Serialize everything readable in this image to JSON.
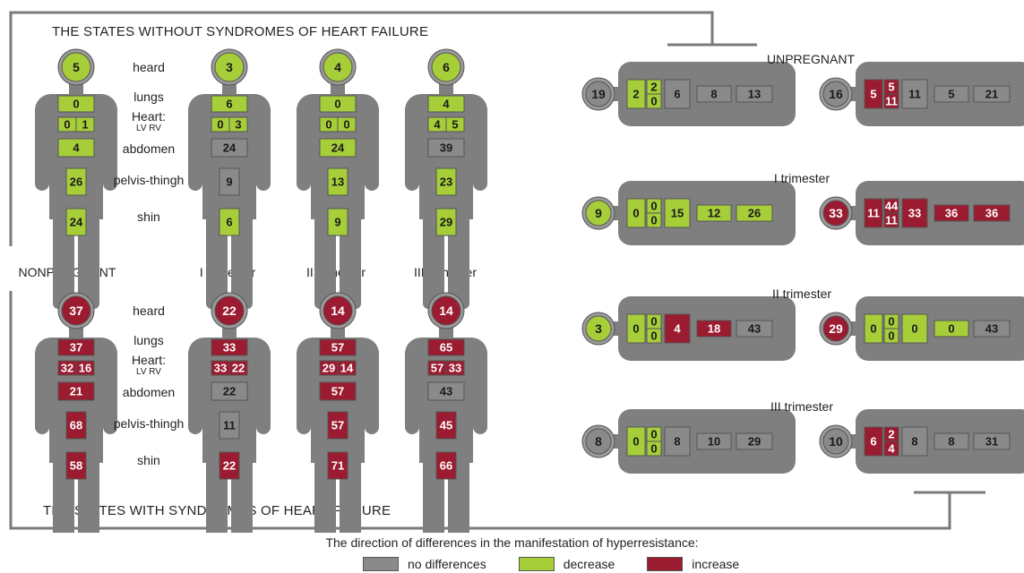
{
  "colors": {
    "gray": "#8a8a8a",
    "green": "#a6ce39",
    "red": "#9b1b30",
    "body": "#7f7f7f"
  },
  "labels": {
    "top_title": "THE STATES WITHOUT SYNDROMES OF HEART FAILURE",
    "bottom_title": "THE STATES WITH SYNDROMES OF HEART FAILURE",
    "rows": {
      "head": "heard",
      "lungs": "lungs",
      "heart": "Heart:",
      "lvrv": "LV  RV",
      "abdomen": "abdomen",
      "pelvis": "pelvis-thingh",
      "shin": "shin"
    },
    "cols": [
      "NONPREGNANT",
      "I trimester",
      "II trimester",
      "III trimester"
    ],
    "right_states": [
      "UNPREGNANT",
      "I trimester",
      "II trimester",
      "III trimester"
    ]
  },
  "legend": {
    "title": "The direction of differences in the manifestation of hyperresistance:",
    "items": [
      {
        "label": "no differences",
        "color": "gray"
      },
      {
        "label": "decrease",
        "color": "green"
      },
      {
        "label": "increase",
        "color": "red"
      }
    ]
  },
  "figures_top": [
    {
      "head": [
        "5",
        "green"
      ],
      "lungs": [
        "0",
        "green"
      ],
      "lv": [
        "0",
        "green"
      ],
      "rv": [
        "1",
        "green"
      ],
      "abdomen": [
        "4",
        "green"
      ],
      "pelvis": [
        "26",
        "green"
      ],
      "shin": [
        "24",
        "green"
      ]
    },
    {
      "head": [
        "3",
        "green"
      ],
      "lungs": [
        "6",
        "green"
      ],
      "lv": [
        "0",
        "green"
      ],
      "rv": [
        "3",
        "green"
      ],
      "abdomen": [
        "24",
        "gray"
      ],
      "pelvis": [
        "9",
        "gray"
      ],
      "shin": [
        "6",
        "green"
      ]
    },
    {
      "head": [
        "4",
        "green"
      ],
      "lungs": [
        "0",
        "green"
      ],
      "lv": [
        "0",
        "green"
      ],
      "rv": [
        "0",
        "green"
      ],
      "abdomen": [
        "24",
        "green"
      ],
      "pelvis": [
        "13",
        "green"
      ],
      "shin": [
        "9",
        "green"
      ]
    },
    {
      "head": [
        "6",
        "green"
      ],
      "lungs": [
        "4",
        "green"
      ],
      "lv": [
        "4",
        "green"
      ],
      "rv": [
        "5",
        "green"
      ],
      "abdomen": [
        "39",
        "gray"
      ],
      "pelvis": [
        "23",
        "green"
      ],
      "shin": [
        "29",
        "green"
      ]
    }
  ],
  "figures_bottom": [
    {
      "head": [
        "37",
        "red"
      ],
      "lungs": [
        "37",
        "red"
      ],
      "lv": [
        "32",
        "red"
      ],
      "rv": [
        "16",
        "red"
      ],
      "abdomen": [
        "21",
        "red"
      ],
      "pelvis": [
        "68",
        "red"
      ],
      "shin": [
        "58",
        "red"
      ]
    },
    {
      "head": [
        "22",
        "red"
      ],
      "lungs": [
        "33",
        "red"
      ],
      "lv": [
        "33",
        "red"
      ],
      "rv": [
        "22",
        "red"
      ],
      "abdomen": [
        "22",
        "gray"
      ],
      "pelvis": [
        "11",
        "gray"
      ],
      "shin": [
        "22",
        "red"
      ]
    },
    {
      "head": [
        "14",
        "red"
      ],
      "lungs": [
        "57",
        "red"
      ],
      "lv": [
        "29",
        "red"
      ],
      "rv": [
        "14",
        "red"
      ],
      "abdomen": [
        "57",
        "red"
      ],
      "pelvis": [
        "57",
        "red"
      ],
      "shin": [
        "71",
        "red"
      ]
    },
    {
      "head": [
        "14",
        "red"
      ],
      "lungs": [
        "65",
        "red"
      ],
      "lv": [
        "57",
        "red"
      ],
      "rv": [
        "33",
        "red"
      ],
      "abdomen": [
        "43",
        "gray"
      ],
      "pelvis": [
        "45",
        "red"
      ],
      "shin": [
        "66",
        "red"
      ]
    }
  ],
  "lying": [
    [
      {
        "head": [
          "19",
          "gray"
        ],
        "lungs": [
          "2",
          "green"
        ],
        "lv": [
          "2",
          "green"
        ],
        "rv": [
          "0",
          "green"
        ],
        "abdomen": [
          "6",
          "gray"
        ],
        "pelvis": [
          "8",
          "gray"
        ],
        "shin": [
          "13",
          "gray"
        ]
      },
      {
        "head": [
          "16",
          "gray"
        ],
        "lungs": [
          "5",
          "red"
        ],
        "lv": [
          "5",
          "red"
        ],
        "rv": [
          "11",
          "red"
        ],
        "abdomen": [
          "11",
          "gray"
        ],
        "pelvis": [
          "5",
          "gray"
        ],
        "shin": [
          "21",
          "gray"
        ]
      }
    ],
    [
      {
        "head": [
          "9",
          "green"
        ],
        "lungs": [
          "0",
          "green"
        ],
        "lv": [
          "0",
          "green"
        ],
        "rv": [
          "0",
          "green"
        ],
        "abdomen": [
          "15",
          "green"
        ],
        "pelvis": [
          "12",
          "green"
        ],
        "shin": [
          "26",
          "green"
        ]
      },
      {
        "head": [
          "33",
          "red"
        ],
        "lungs": [
          "11",
          "red"
        ],
        "lv": [
          "44",
          "red"
        ],
        "rv": [
          "11",
          "red"
        ],
        "abdomen": [
          "33",
          "red"
        ],
        "pelvis": [
          "36",
          "red"
        ],
        "shin": [
          "36",
          "red"
        ]
      }
    ],
    [
      {
        "head": [
          "3",
          "green"
        ],
        "lungs": [
          "0",
          "green"
        ],
        "lv": [
          "0",
          "green"
        ],
        "rv": [
          "0",
          "green"
        ],
        "abdomen": [
          "4",
          "red"
        ],
        "pelvis": [
          "18",
          "red"
        ],
        "shin": [
          "43",
          "gray"
        ]
      },
      {
        "head": [
          "29",
          "red"
        ],
        "lungs": [
          "0",
          "green"
        ],
        "lv": [
          "0",
          "green"
        ],
        "rv": [
          "0",
          "green"
        ],
        "abdomen": [
          "0",
          "green"
        ],
        "pelvis": [
          "0",
          "green"
        ],
        "shin": [
          "43",
          "gray"
        ]
      }
    ],
    [
      {
        "head": [
          "8",
          "gray"
        ],
        "lungs": [
          "0",
          "green"
        ],
        "lv": [
          "0",
          "green"
        ],
        "rv": [
          "0",
          "green"
        ],
        "abdomen": [
          "8",
          "gray"
        ],
        "pelvis": [
          "10",
          "gray"
        ],
        "shin": [
          "29",
          "gray"
        ]
      },
      {
        "head": [
          "10",
          "gray"
        ],
        "lungs": [
          "6",
          "red"
        ],
        "lv": [
          "2",
          "red"
        ],
        "rv": [
          "4",
          "red"
        ],
        "abdomen": [
          "8",
          "gray"
        ],
        "pelvis": [
          "8",
          "gray"
        ],
        "shin": [
          "31",
          "gray"
        ]
      }
    ]
  ]
}
